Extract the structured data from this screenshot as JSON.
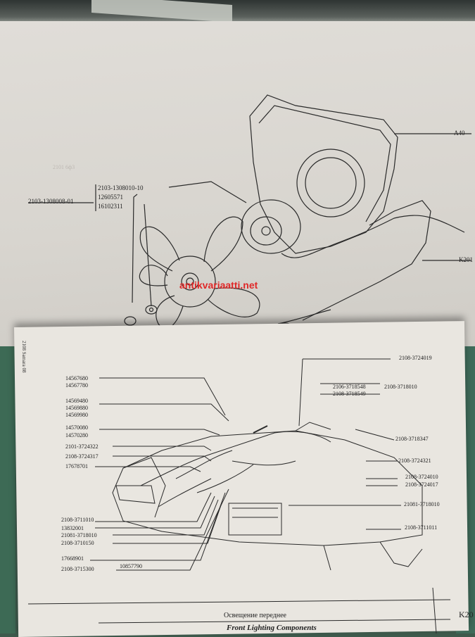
{
  "upper_page": {
    "fan_parts": {
      "assembly": "2103-1308008-01",
      "motor": "2103-1308010-10",
      "part_a": "12605571",
      "part_b": "16102311"
    },
    "ref_a": "A40",
    "ref_k": "K201",
    "faint_label": "2101 6ф3"
  },
  "watermark": "antikvariaatti.net",
  "lower_page": {
    "side_text": "2108 Samara 08",
    "labels_left": {
      "g1a": "14567680",
      "g1b": "14567780",
      "g2a": "14569480",
      "g2b": "14569880",
      "g2c": "14569980",
      "g3a": "14570080",
      "g3b": "14570280",
      "p1": "2101-3724322",
      "p2": "2108-3724317",
      "p3": "17678701",
      "b1": "2108-3711010",
      "b2": "13832001",
      "b3": "21081-3718010",
      "b4": "2108-3710150",
      "b5": "17668901",
      "b6": "2108-3715300",
      "b7": "10857790"
    },
    "labels_right": {
      "top": "2108-3724019",
      "r1": "2106-3718548",
      "r2": "2108-3718549",
      "r3": "2108-3718010",
      "r4": "2108-3718347",
      "r5": "2108-3724321",
      "r6": "2108-3724010",
      "r7": "2108-3724017",
      "r8": "21081-3718010",
      "r9": "2108-3711011"
    },
    "title_ru": "Освещение переднее",
    "title_en": "Front Lighting Components",
    "code": "K20"
  }
}
